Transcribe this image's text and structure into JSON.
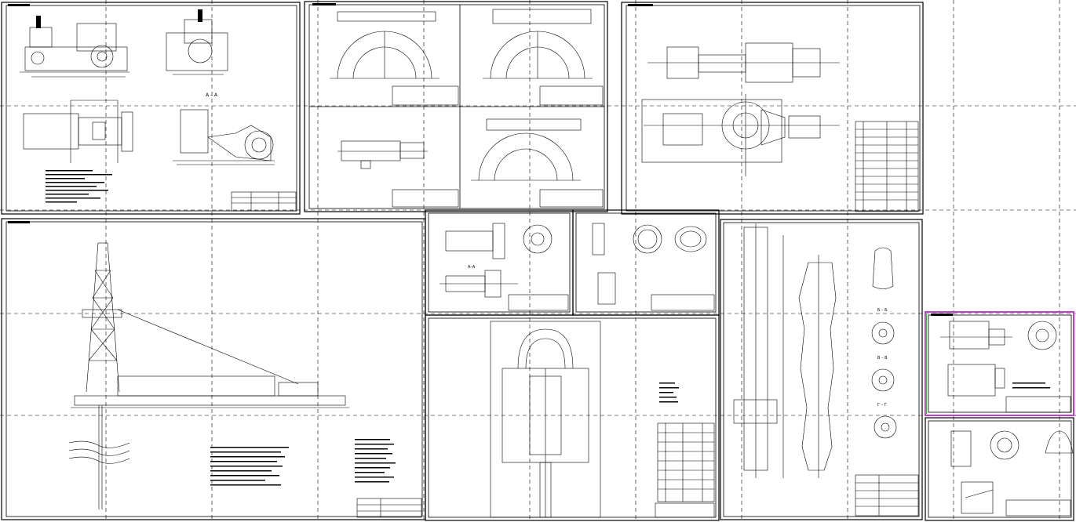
{
  "drawing": {
    "section_label_a": "А – А",
    "section_label_b": "Б – Б",
    "section_label_v": "В – В",
    "section_label_g": "Г – Г",
    "section_label_aa": "А–А"
  },
  "colors": {
    "line": "#000000",
    "selection_border": "#c03ccc",
    "selection_marker": "#36c236",
    "background": "#ffffff"
  }
}
